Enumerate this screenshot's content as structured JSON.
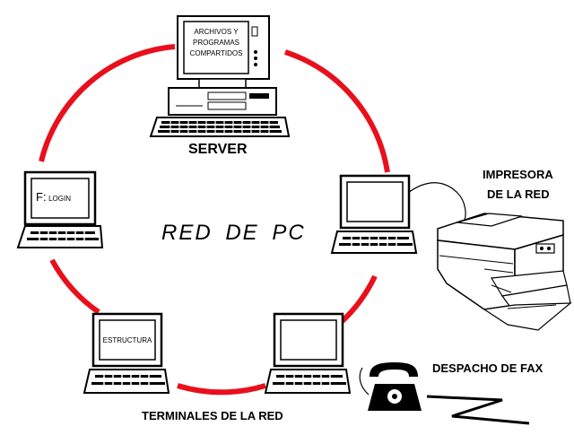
{
  "title": "RED DE PC",
  "server": {
    "label": "SERVER",
    "screen_lines": [
      "ARCHIVOS Y",
      "PROGRAMAS",
      "COMPARTIDOS"
    ]
  },
  "terminal_login": {
    "screen_text_prefix": "F:",
    "screen_text": "LOGIN"
  },
  "terminal_estructura": {
    "screen_text": "ESTRUCTURA"
  },
  "printer": {
    "label_line1": "IMPRESORA",
    "label_line2": "DE LA RED"
  },
  "fax": {
    "label": "DESPACHO DE FAX"
  },
  "terminals_label": "TERMINALES DE LA RED",
  "colors": {
    "ring": "#e8101c",
    "ink": "#000000",
    "paper": "#ffffff"
  }
}
